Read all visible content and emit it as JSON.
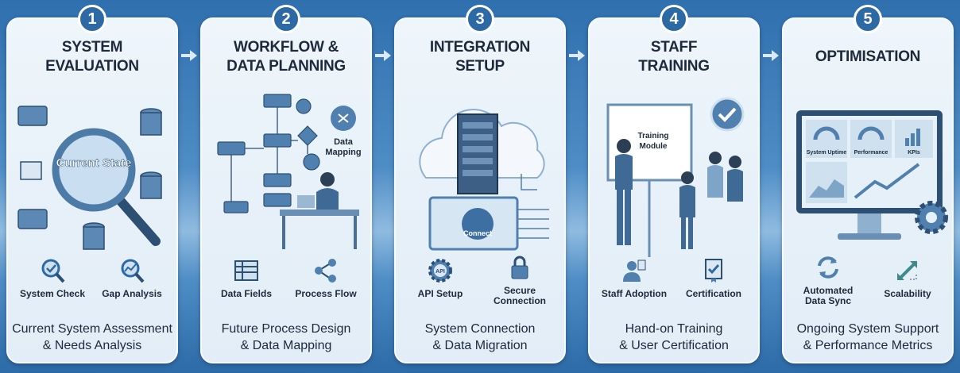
{
  "steps": [
    {
      "number": "1",
      "title_l1": "SYSTEM",
      "title_l2": "EVALUATION",
      "illustration_label": "Current State",
      "features": [
        {
          "label": "System Check",
          "icon": "magnifier-check-icon"
        },
        {
          "label": "Gap Analysis",
          "icon": "magnifier-chart-icon"
        }
      ],
      "desc_l1": "Current System Assessment",
      "desc_l2": "& Needs Analysis"
    },
    {
      "number": "2",
      "title_l1": "WORKFLOW &",
      "title_l2": "DATA PLANNING",
      "illustration_label_l1": "Data",
      "illustration_label_l2": "Mapping",
      "features": [
        {
          "label": "Data Fields",
          "icon": "table-icon"
        },
        {
          "label": "Process Flow",
          "icon": "process-flow-icon"
        }
      ],
      "desc_l1": "Future Process Design",
      "desc_l2": "& Data Mapping"
    },
    {
      "number": "3",
      "title_l1": "INTEGRATION",
      "title_l2": "SETUP",
      "illustration_label": "Connect",
      "features": [
        {
          "label": "API Setup",
          "icon": "api-gear-icon"
        },
        {
          "label_l1": "Secure",
          "label_l2": "Connection",
          "icon": "lock-icon"
        }
      ],
      "desc_l1": "System Connection",
      "desc_l2": "& Data Migration"
    },
    {
      "number": "4",
      "title_l1": "STAFF",
      "title_l2": "TRAINING",
      "illustration_label_l1": "Training",
      "illustration_label_l2": "Module",
      "features": [
        {
          "label": "Staff Adoption",
          "icon": "user-badge-icon"
        },
        {
          "label": "Certification",
          "icon": "certificate-icon"
        }
      ],
      "desc_l1": "Hand-on Training",
      "desc_l2": "& User Certification"
    },
    {
      "number": "5",
      "title_l1": "OPTIMISATION",
      "title_l2": "",
      "dashboard": [
        "System Uptime",
        "Performance",
        "KPIs"
      ],
      "features": [
        {
          "label_l1": "Automated",
          "label_l2": "Data Sync",
          "icon": "sync-icon"
        },
        {
          "label": "Scalability",
          "icon": "scale-arrows-icon"
        }
      ],
      "desc_l1": "Ongoing System Support",
      "desc_l2": "& Performance Metrics"
    }
  ],
  "colors": {
    "primary": "#2d6aa5",
    "card": "#e6f0f8",
    "text": "#1c2a3a"
  }
}
